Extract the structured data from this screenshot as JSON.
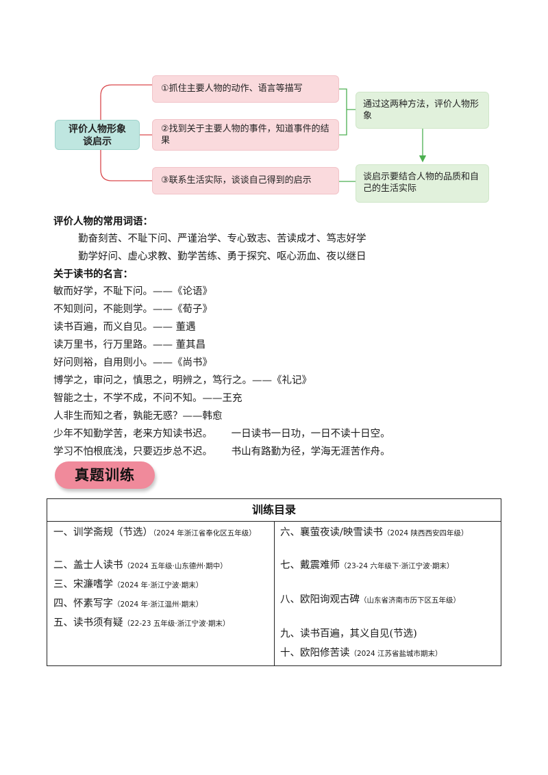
{
  "mindmap": {
    "center": [
      "评价人物形象",
      "谈启示"
    ],
    "pink_boxes": [
      "①抓住主要人物的动作、语言等描写",
      "②找到关于主要人物的事件，知道事件的结果",
      "③联系生活实际，谈谈自己得到的启示"
    ],
    "green_boxes": [
      "通过这两种方法，评价人物形象",
      "谈启示要结合人物的品质和自己的生活实际"
    ]
  },
  "words": {
    "heading": "评价人物的常用词语：",
    "lines": [
      "勤奋刻苦、不耻下问、严谨治学、专心致志、苦读成才、笃志好学",
      "勤学好问、虚心求教、勤学苦练、勇于探究、呕心沥血、夜以继日"
    ]
  },
  "quotes": {
    "heading": "关于读书的名言：",
    "lines": [
      "敏而好学，不耻下问。——《论语》",
      "不知则问，不能则学。——《荀子》",
      "读书百遍，而义自见。—— 董遇",
      "读万里书，行万里路。—— 董其昌",
      "好问则裕，自用则小。——《尚书》",
      "博学之，审问之，慎思之，明辨之，笃行之。——《礼记》",
      "智能之士，不学不成，不问不知。——王充",
      "人非生而知之者，孰能无惑？——韩愈",
      "少年不知勤学苦，老来方知读书迟。      一日读书一日功，一日不读十日空。",
      "学习不怕根底浅，只要迈步总不迟。      书山有路勤为径，学海无涯苦作舟。"
    ]
  },
  "banner": "真题训练",
  "catalog": {
    "title": "训练目录",
    "left": [
      {
        "title": "一、训学斋规（节选）",
        "source": "（2024 年浙江省奉化区五年级）"
      },
      {
        "title": "二、盖士人读书",
        "source": "（2024 五年级·山东德州·期中）"
      },
      {
        "title": "三、宋濂嗜学",
        "source": "（2024 年·浙江宁波·期末）"
      },
      {
        "title": "四、怀素写字",
        "source": "（2024 年·浙江温州·期末）"
      },
      {
        "title": "五、读书须有疑",
        "source": "（22-23 五年级·浙江宁波·期末）"
      }
    ],
    "right": [
      {
        "title": "六、襄萤夜读/映雪读书",
        "source": "（2024 陕西西安四年级）"
      },
      {
        "title": "七、戴震难师",
        "source": "（23-24 六年级下·浙江宁波·期末）"
      },
      {
        "title": "八、欧阳询观古碑",
        "source": "（山东省济南市历下区五年级）"
      },
      {
        "title": "九、读书百遍，其义自见(节选)",
        "source": ""
      },
      {
        "title": "十、欧阳修苦读",
        "source": "（2024 江苏省盐城市期末）"
      }
    ]
  },
  "colors": {
    "center_fill": "#bfe6e0",
    "pink_fill": "#fadadd",
    "green_fill": "#e1f1dc",
    "red_line": "#d9474b",
    "green_line": "#4caf50",
    "banner_fill": "#f08a9b"
  }
}
